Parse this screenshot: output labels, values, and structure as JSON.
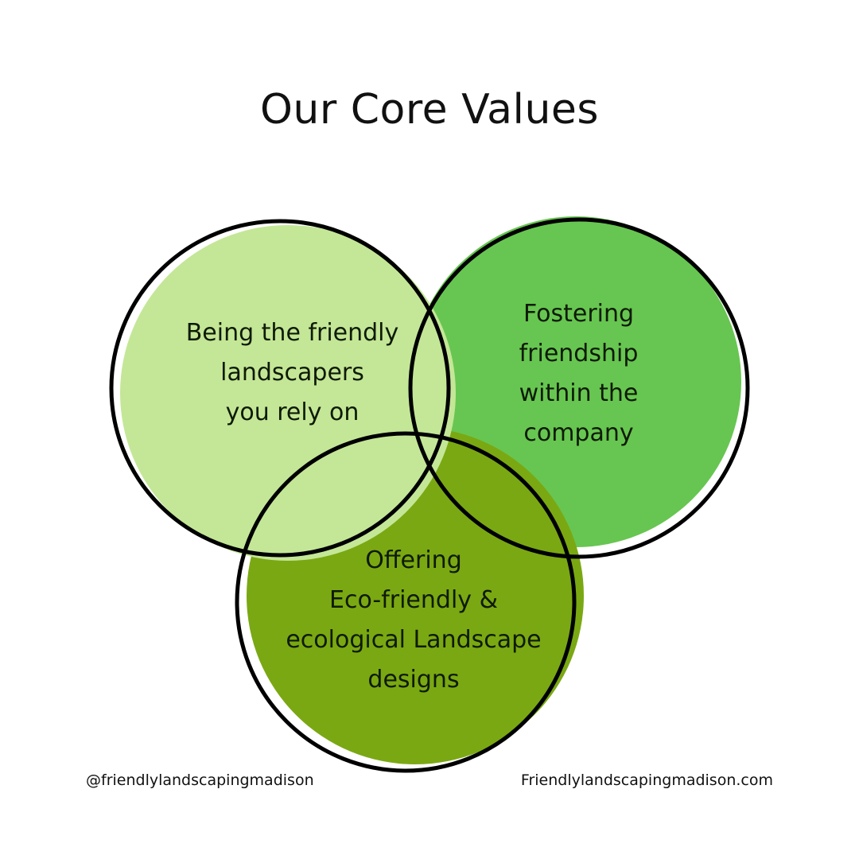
{
  "title": "Our Core Values",
  "circles": [
    {
      "id": "left",
      "lines": [
        "Being the friendly",
        "landscapers",
        "you rely on"
      ],
      "color": "#c4e797"
    },
    {
      "id": "right",
      "lines": [
        "Fostering",
        "friendship",
        "within the",
        "company"
      ],
      "color": "#67c651"
    },
    {
      "id": "bottom",
      "lines": [
        "Offering",
        "Eco-friendly &",
        "ecological Landscape",
        "designs"
      ],
      "color": "#7aa813"
    }
  ],
  "footer": {
    "handle": "@friendlylandscapingmadison",
    "website": "Friendlylandscapingmadison.com"
  }
}
